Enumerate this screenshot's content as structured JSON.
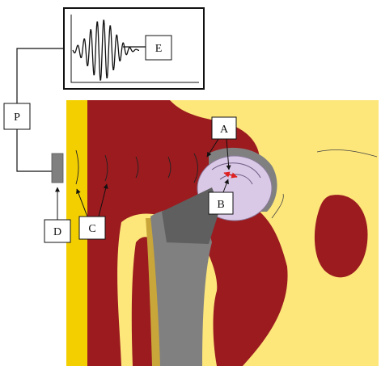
{
  "labels": {
    "a": "A",
    "b": "B",
    "c": "C",
    "d": "D",
    "e": "E",
    "p": "P"
  },
  "colors": {
    "tissue": "#9b1b1f",
    "bone": "#fde67a",
    "skin": "#f4cf00",
    "implant": "#808080",
    "implant_dark": "#5f5f5f",
    "femoral_head": "#d9c8e6",
    "cement": "#c9a63a",
    "arrow_red": "#e02020",
    "line": "#111111"
  },
  "icons": {
    "transducer": "transducer-block",
    "signal": "vibration-waveform"
  }
}
